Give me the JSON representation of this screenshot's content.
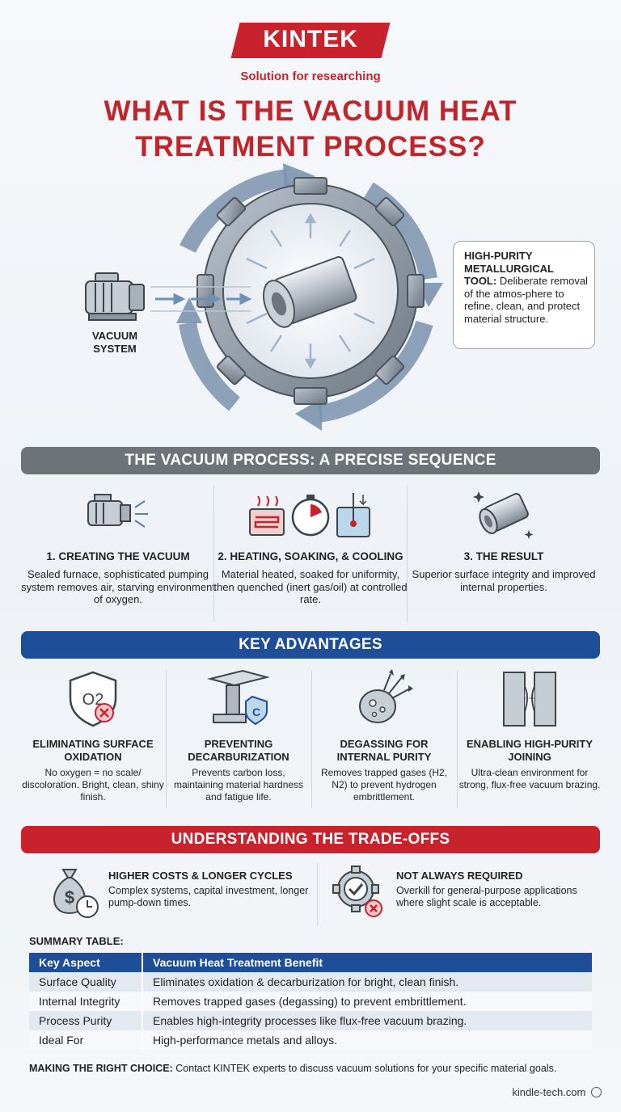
{
  "brand": {
    "logo_text": "KINTEK",
    "tagline": "Solution for researching"
  },
  "title_line1": "WHAT IS THE VACUUM HEAT",
  "title_line2": "TREATMENT PROCESS?",
  "hero": {
    "vacuum_line1": "VACUUM",
    "vacuum_line2": "SYSTEM",
    "callout_bold": "HIGH-PURITY METALLURGICAL TOOL:",
    "callout_text": "Deliberate removal of the atmos-phere to refine, clean, and protect material structure."
  },
  "process": {
    "header": "THE VACUUM PROCESS: A PRECISE SEQUENCE",
    "steps": [
      {
        "title": "1. CREATING THE VACUUM",
        "desc": "Sealed furnace, sophisticated pumping system removes air, starving environment of oxygen."
      },
      {
        "title": "2. HEATING, SOAKING, & COOLING",
        "desc": "Material heated, soaked for uniformity, then quenched (inert gas/oil) at controlled rate."
      },
      {
        "title": "3. THE RESULT",
        "desc": "Superior surface integrity and improved internal properties."
      }
    ]
  },
  "advantages": {
    "header": "KEY ADVANTAGES",
    "items": [
      {
        "title": "ELIMINATING SURFACE OXIDATION",
        "desc": "No oxygen = no scale/ discoloration. Bright, clean, shiny finish.",
        "icon_text": "O2"
      },
      {
        "title": "PREVENTING DECARBURIZATION",
        "desc": "Prevents carbon loss, maintaining material hardness and fatigue life.",
        "icon_text": "C"
      },
      {
        "title": "DEGASSING FOR INTERNAL PURITY",
        "desc": "Removes trapped gases (H2, N2) to prevent hydrogen embrittlement."
      },
      {
        "title": "ENABLING HIGH-PURITY JOINING",
        "desc": "Ultra-clean environment for strong, flux-free vacuum brazing."
      }
    ]
  },
  "tradeoffs": {
    "header": "UNDERSTANDING THE TRADE-OFFS",
    "items": [
      {
        "title": "HIGHER COSTS & LONGER CYCLES",
        "desc": "Complex systems, capital investment, longer pump-down times.",
        "icon_text": "$"
      },
      {
        "title": "NOT ALWAYS REQUIRED",
        "desc": "Overkill for general-purpose applications where slight scale is acceptable."
      }
    ]
  },
  "summary": {
    "label": "SUMMARY TABLE:",
    "headers": [
      "Key Aspect",
      "Vacuum Heat Treatment Benefit"
    ],
    "rows": [
      [
        "Surface Quality",
        "Eliminates oxidation & decarburization for bright, clean finish."
      ],
      [
        "Internal Integrity",
        "Removes trapped gases (degassing) to prevent embrittlement."
      ],
      [
        "Process Purity",
        "Enables high-integrity processes like flux-free vacuum brazing."
      ],
      [
        "Ideal For",
        "High-performance metals and alloys."
      ]
    ]
  },
  "footer": {
    "choice_bold": "MAKING THE RIGHT CHOICE:",
    "choice_text": "Contact KINTEK experts to discuss vacuum solutions for your specific material goals.",
    "website": "kindle-tech.com"
  },
  "colors": {
    "brand_red": "#c8222c",
    "navy": "#1f4e98",
    "gray_bar": "#6e7379",
    "steel": "#8ea4bd"
  }
}
